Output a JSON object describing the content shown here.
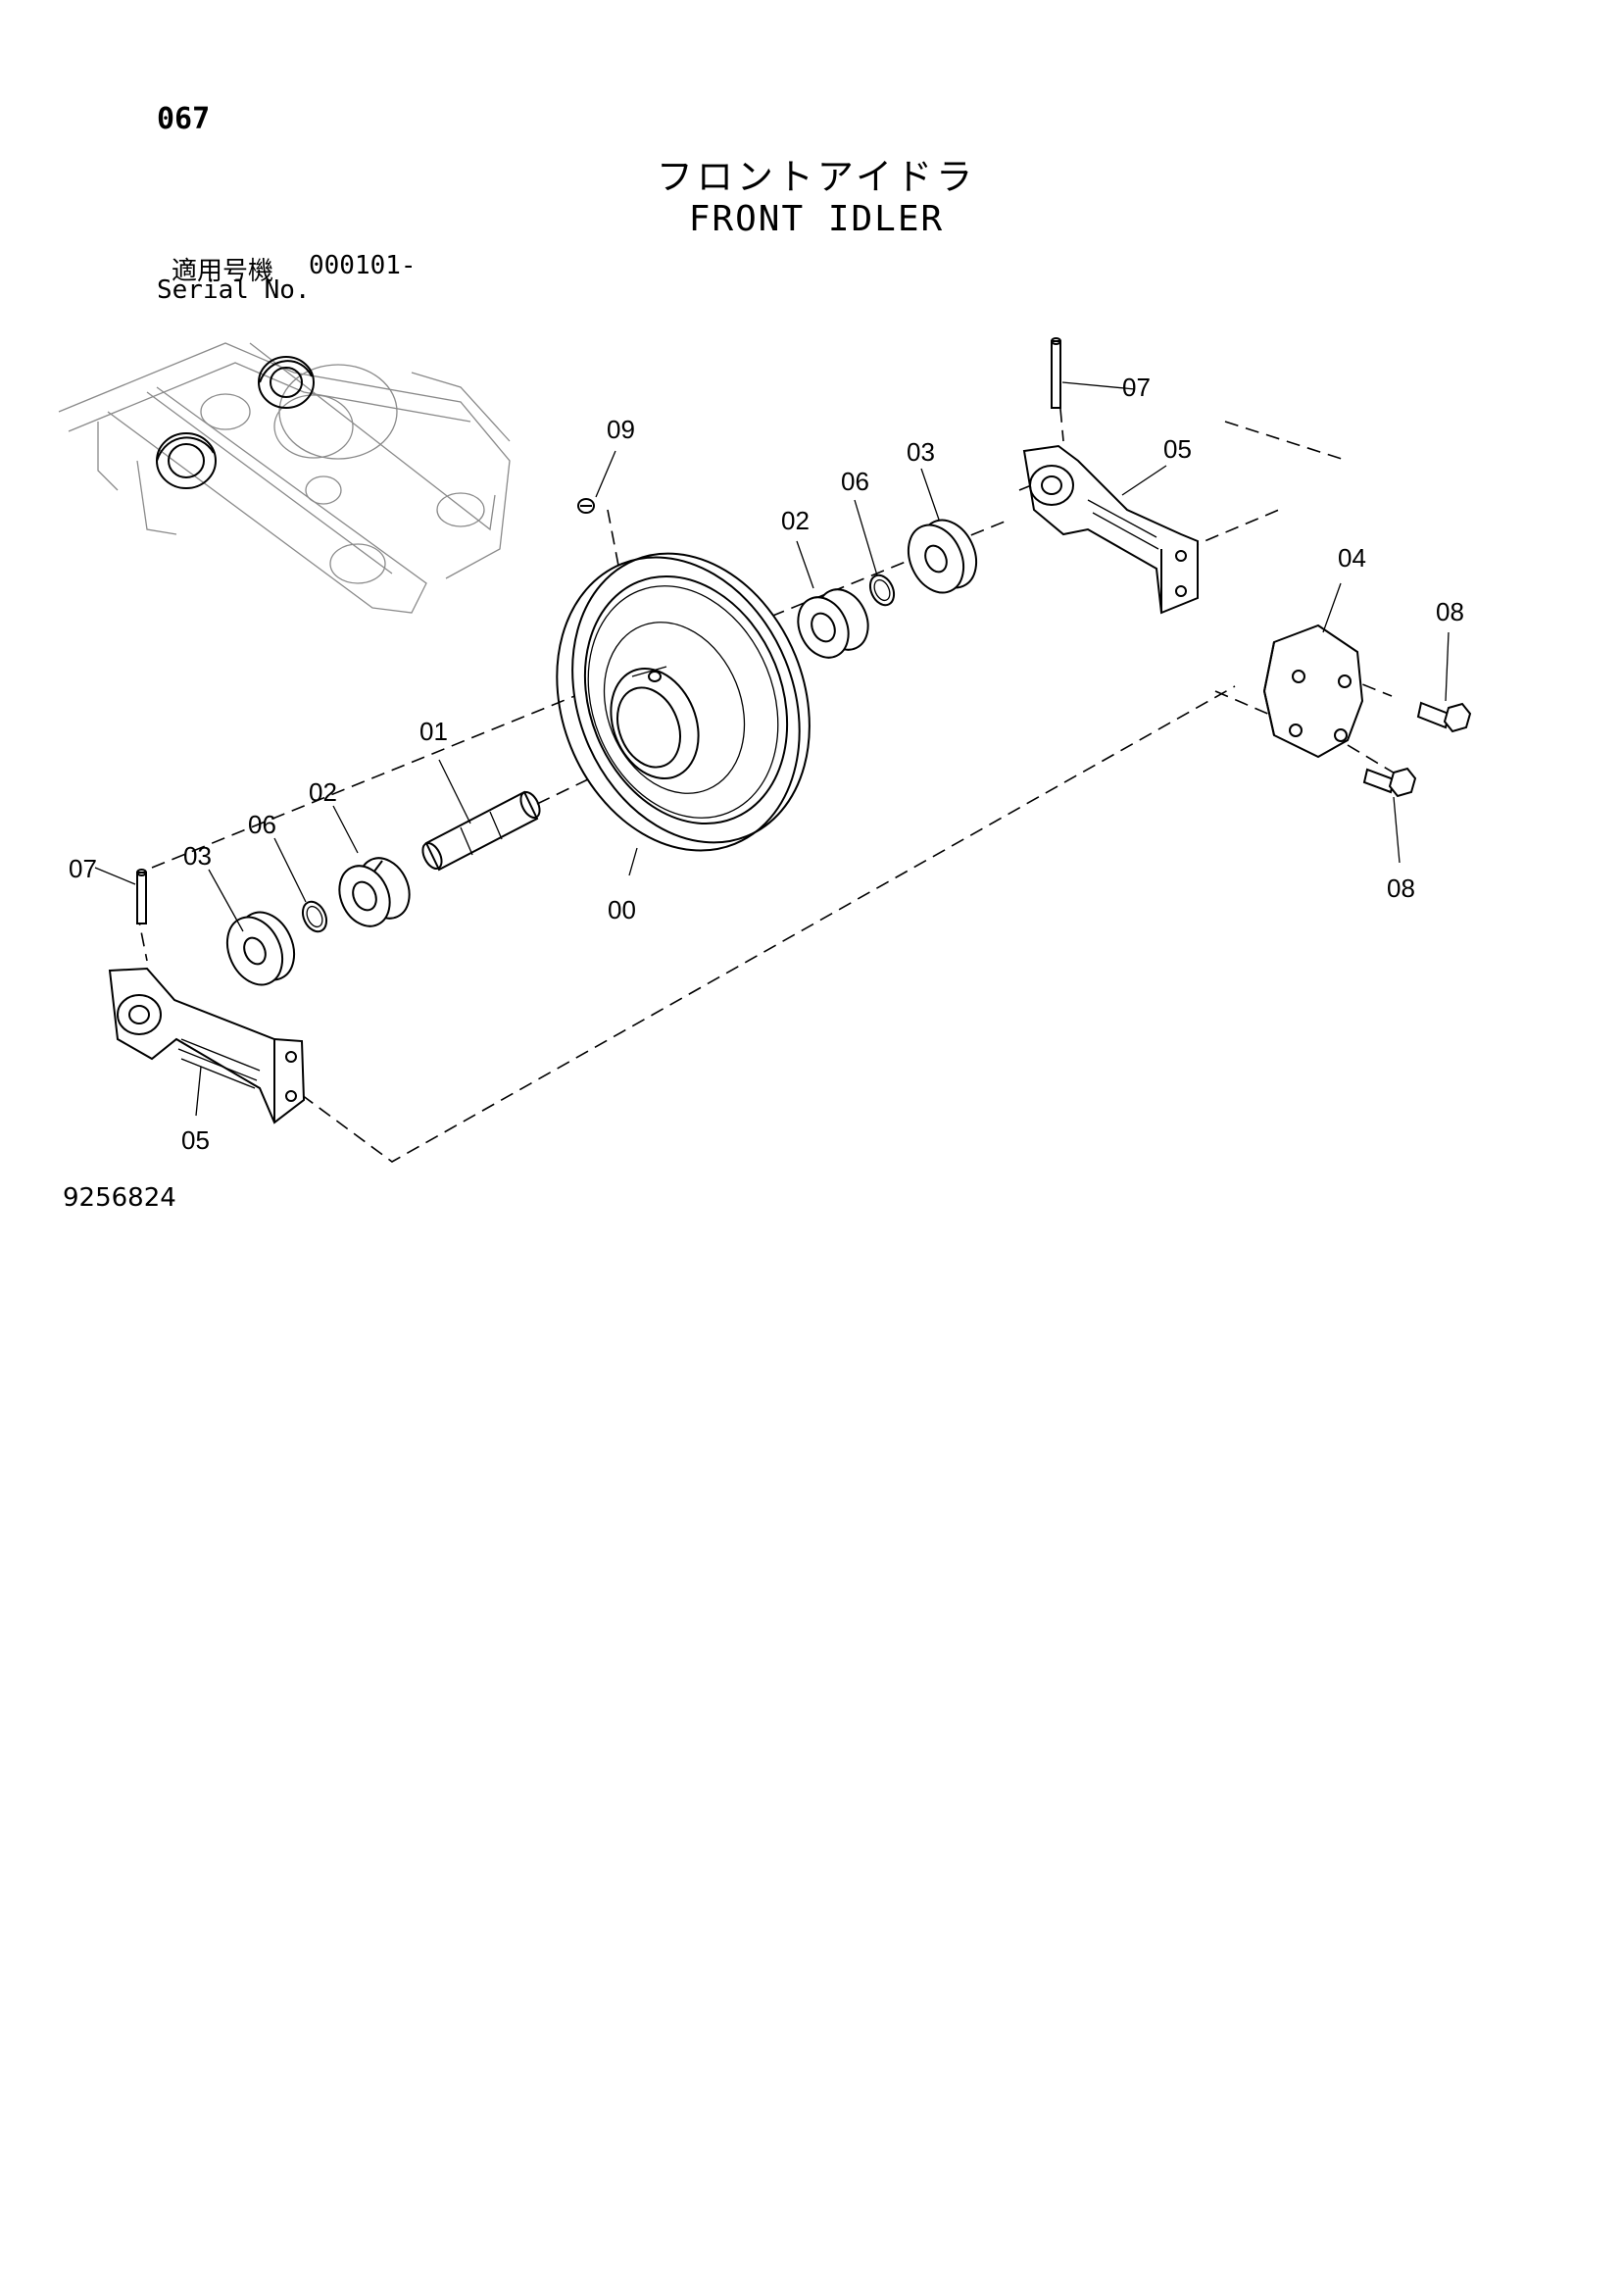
{
  "header": {
    "page_number": "067",
    "title_japanese": "フロントアイドラ",
    "title_english": "FRONT IDLER",
    "serial_label_japanese": "適用号機",
    "serial_value": "000101-",
    "serial_label_english": "Serial No."
  },
  "footer": {
    "drawing_number": "9256824"
  },
  "callouts": {
    "wheel": "00",
    "shaft": "01",
    "bushing_left": "02",
    "bushing_right": "02",
    "seal_left": "03",
    "seal_right": "03",
    "plate": "04",
    "bearing_left": "05",
    "bearing_right": "05",
    "ring_left": "06",
    "ring_right": "06",
    "pin_left": "07",
    "pin_right": "07",
    "bolt_upper": "08",
    "bolt_lower": "08",
    "plug": "09"
  }
}
